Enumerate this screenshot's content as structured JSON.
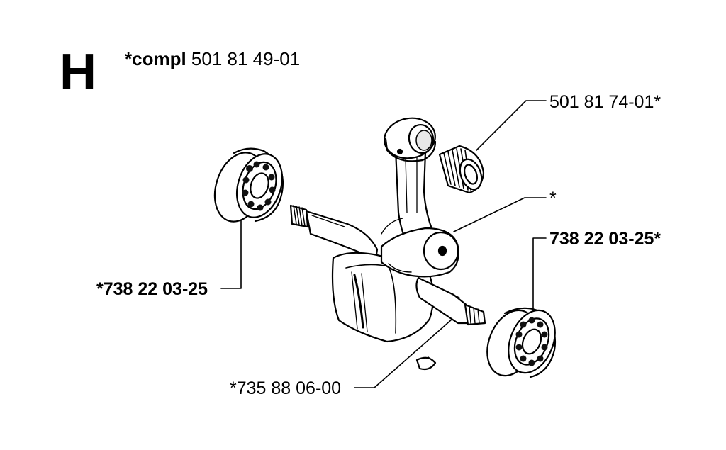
{
  "diagram": {
    "section_letter": "H",
    "title_prefix": "*compl",
    "title_number": "501 81 49-01",
    "labels": {
      "needle_bearing": "501 81 74-01*",
      "crankshaft": "*",
      "bearing_right": "738 22 03-25*",
      "bearing_left": "*738 22 03-25",
      "woodruff_key": "*735 88 06-00"
    }
  }
}
